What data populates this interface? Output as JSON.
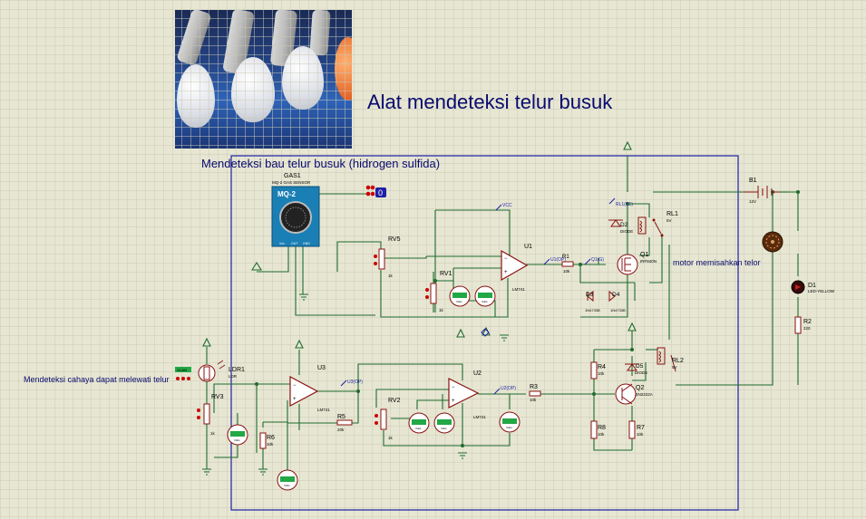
{
  "title": "Alat mendeteksi telur busuk",
  "section_gas": "Mendeteksi bau telur busuk (hidrogen sulfida)",
  "section_light": "Mendeteksi cahaya dapat melewati telur",
  "motor_note": "motor memisahkan telor",
  "gas_sensor": {
    "ref": "GAS1",
    "model": "MQ-2 GAS SENSOR",
    "face": "MQ-2",
    "pins": [
      "Vcc",
      "OUT",
      "GND"
    ]
  },
  "terminal_value": "0",
  "light_tag": "SCAN",
  "ldr": {
    "ref": "LDR1",
    "value": "LDR"
  },
  "pots": [
    {
      "ref": "RV5",
      "value": "1k"
    },
    {
      "ref": "RV1",
      "value": "1k"
    },
    {
      "ref": "RV2",
      "value": "1k"
    },
    {
      "ref": "RV3",
      "value": "1k"
    }
  ],
  "opamps": [
    {
      "ref": "U1",
      "model": "LM741"
    },
    {
      "ref": "U2",
      "model": "LM741"
    },
    {
      "ref": "U3",
      "model": "LM741"
    }
  ],
  "probes": {
    "vcc": "VCC",
    "u1": "U1(OP)",
    "q1": "Q1(G)",
    "u2": "U2(OP)",
    "u3": "U3(OP)"
  },
  "resistors": [
    {
      "ref": "R1",
      "value": "10k"
    },
    {
      "ref": "R2",
      "value": "220"
    },
    {
      "ref": "R3",
      "value": "10k"
    },
    {
      "ref": "R4",
      "value": "10k"
    },
    {
      "ref": "R5",
      "value": "20k"
    },
    {
      "ref": "R6",
      "value": "10k"
    },
    {
      "ref": "R7",
      "value": "10k"
    },
    {
      "ref": "R8",
      "value": "10k"
    }
  ],
  "diodes": [
    {
      "ref": "D2",
      "model": "DIODE"
    },
    {
      "ref": "D3",
      "model": "1N4733B"
    },
    {
      "ref": "D4",
      "model": "1N4733B"
    },
    {
      "ref": "D5",
      "model": "DIODE"
    }
  ],
  "relays": [
    {
      "ref": "RL1",
      "value": "5V"
    },
    {
      "ref": "RL2",
      "value": "5V"
    }
  ],
  "rl1_probe": "RL1(C1)",
  "mosfet": {
    "ref": "Q1",
    "model": "IRF840N"
  },
  "bjt": {
    "ref": "Q2",
    "model": "2N2222A"
  },
  "battery": {
    "ref": "B1",
    "value": "12V"
  },
  "led": {
    "ref": "D1",
    "model": "LED-YELLOW"
  },
  "voltmeter_unit": "Volts",
  "colors": {
    "background": "#e6e6d2",
    "grid": "#c9c9b6",
    "wire": "#1f6b2e",
    "border": "#1f1fa8",
    "part": "#8a1010",
    "text_blue": "#0a0a70",
    "meter": "#22a845"
  }
}
